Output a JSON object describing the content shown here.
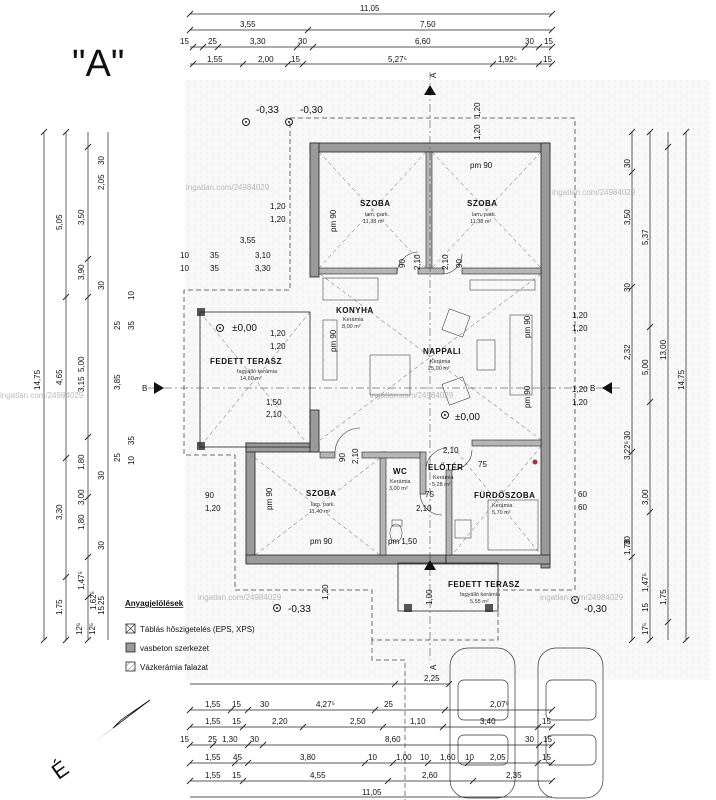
{
  "plan_label": "\"A\"",
  "top_dimensions": {
    "row1": [
      "11,05"
    ],
    "row2": [
      "3,55",
      "7,50"
    ],
    "row3": [
      "15",
      "25",
      "3,30",
      "30",
      "6,60",
      "30",
      "15"
    ],
    "row4": [
      "1,55",
      "2,00",
      "15",
      "5,27⁵",
      "1,92⁵",
      "15"
    ]
  },
  "bottom_dimensions": {
    "row1": [
      "1,55",
      "15",
      "30",
      "4,27⁵",
      "25",
      "2,07⁵"
    ],
    "row2": [
      "1,55",
      "15",
      "2,20",
      "2,50",
      "1,10",
      "3,40",
      "15"
    ],
    "row3": [
      "15",
      "25",
      "1,30",
      "30",
      "8,60",
      "30",
      "15"
    ],
    "row4": [
      "1,55",
      "45",
      "3,80",
      "10",
      "1,00",
      "10",
      "1,60",
      "10",
      "2,05",
      "15"
    ],
    "row5": [
      "1,55",
      "15",
      "4,55",
      "2,60",
      "2,35"
    ],
    "row6": [
      "11,05"
    ],
    "carport": "2,25"
  },
  "left_dimensions": {
    "outer": "14,75",
    "second": [
      "5,05",
      "4,65",
      "3,30",
      "1,75"
    ],
    "third": [
      "3,50",
      "3,90",
      "5,00",
      "3,15",
      "1,80",
      "3,00",
      "1,80",
      "1,47⁵",
      "1,62⁵"
    ],
    "fourth": [
      "2,05",
      "30",
      "30",
      "3,85",
      "25",
      "10",
      "35",
      "25",
      "35",
      "10",
      "30",
      "30",
      "25",
      "12⁵",
      "12⁵",
      "15"
    ]
  },
  "right_dimensions": {
    "outer": "14,75",
    "second": "13,00",
    "third": [
      "5,37",
      "5,00",
      "2,32",
      "3,22⁵",
      "3,00",
      "1,78",
      "1,75"
    ],
    "fourth": [
      "30",
      "3,50",
      "30",
      "30",
      "30",
      "1,47⁵",
      "15",
      "17⁵"
    ]
  },
  "levels": {
    "ext_nw_a": "-0,33",
    "ext_nw_b": "-0,30",
    "terrace": "±0,00",
    "interior": "±0,00",
    "ext_sw": "-0,33",
    "ext_se": "-0,30"
  },
  "section_marks": {
    "a": "A",
    "b": "B"
  },
  "rooms": {
    "szoba1": {
      "name": "SZOBA",
      "floor": "lam. park.",
      "area": "11,38 m²"
    },
    "szoba2": {
      "name": "SZOBA",
      "floor": "lam. park.",
      "area": "11,38 m²"
    },
    "konyha": {
      "name": "KONYHA",
      "floor": "Kerámia",
      "area": "8,00 m²"
    },
    "nappali": {
      "name": "NAPPALI",
      "floor": "Kerámia",
      "area": "25,00 m²"
    },
    "terasz1": {
      "name": "FEDETT TERASZ",
      "floor": "fagyálló kerámia",
      "area": "14,60 m²"
    },
    "szoba3": {
      "name": "SZOBA",
      "floor": "lam. park.",
      "area": "11,40 m²"
    },
    "wc": {
      "name": "WC",
      "floor": "Kerámia",
      "area": "3,00 m²"
    },
    "eloter": {
      "name": "ELŐTÉR",
      "floor": "Kerámia",
      "area": "5,28 m²"
    },
    "furdo": {
      "name": "FÜRDŐSZOBA",
      "floor": "Kerámia",
      "area": "5,70 m²"
    },
    "terasz2": {
      "name": "FEDETT TERASZ",
      "floor": "fagyálló kerámia",
      "area": "5,55 m²"
    }
  },
  "openings": {
    "pm90": "pm 90",
    "pm150": "pm 1,50",
    "h210": "2,10",
    "w90": "90",
    "w75": "75",
    "w60": "60",
    "w120": "1,20",
    "w150": "1,50",
    "w100": "1,00",
    "w355": "3,55",
    "w310": "3,10",
    "w330": "3,30",
    "d10": "10",
    "d35": "35"
  },
  "legend": {
    "title": "Anyagjelölések",
    "items": [
      {
        "label": "Táblás hőszigetelés (EPS, XPS)",
        "swatch": "insulation"
      },
      {
        "label": "vasbeton szerkezet",
        "swatch": "concrete"
      },
      {
        "label": "Vázkerámia falazat",
        "swatch": "masonry"
      }
    ]
  },
  "watermark": "ingatlan.com/24984029",
  "north_label": "É",
  "colors": {
    "wall": "#9a9a9a",
    "line": "#222222",
    "wm": "#9aa0a6"
  }
}
